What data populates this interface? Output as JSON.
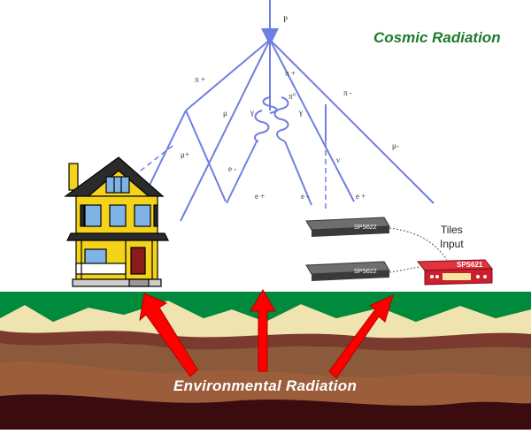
{
  "titles": {
    "cosmic": "Cosmic Radiation",
    "environmental": "Environmental  Radiation"
  },
  "particles": {
    "p": "P",
    "pi_plus_left": "π +",
    "pi_plus_mid": "π +",
    "pi0": "π°",
    "pi_minus": "π -",
    "gamma_left": "γ",
    "gamma_right": "γ",
    "mu_left": "μ",
    "mu_plus": "μ+",
    "e_minus_left": "e -",
    "nu": "ν",
    "mu_minus": "μ-",
    "e_plus_left": "e +",
    "e_minus_right": "e -",
    "e_plus_right": "e +"
  },
  "devices": {
    "sps5622_top": "SPS622",
    "sps5622_bottom": "SPS622",
    "sps5621": "SPS621",
    "tiles_input_line1": "Tiles",
    "tiles_input_line2": "Input"
  },
  "colors": {
    "shower_lines": "#6f7fe0",
    "ground_green": "#008a3c",
    "sand": "#efe3b0",
    "soil_brown": "#7a3b2e",
    "deep_soil": "#4a1414",
    "arrow_red": "#ff0000",
    "title_green": "#1f7a2c",
    "house_yellow": "#f5d31a",
    "device_red": "#cc1f2e"
  }
}
